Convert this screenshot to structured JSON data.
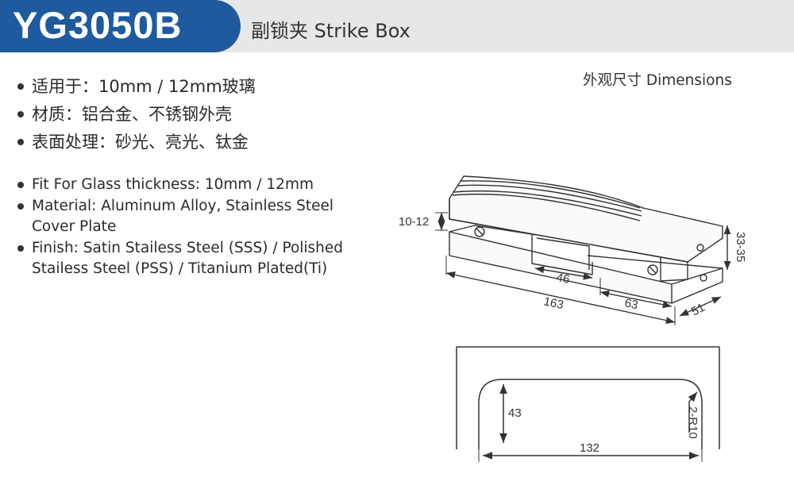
{
  "header": {
    "model_code": "YG3050B",
    "product_name": "副锁夹 Strike Box"
  },
  "specs_cn": [
    "适用于：10mm / 12mm玻璃",
    "材质：铝合金、不锈钢外壳",
    "表面处理：砂光、亮光、钛金"
  ],
  "specs_en": [
    {
      "line1": "Fit For Glass thickness: 10mm / 12mm",
      "line2": ""
    },
    {
      "line1": "Material: Aluminum Alloy, Stainless Steel",
      "line2": "Cover Plate"
    },
    {
      "line1": "Finish: Satin Stailess Steel (SSS) / Polished",
      "line2": "Stailess Steel (PSS) / Titanium Plated(Ti)"
    }
  ],
  "dimensions_label": "外观尺寸 Dimensions",
  "drawing_iso": {
    "gap": "10-12",
    "height": "33-35",
    "slot": "46",
    "length": "163",
    "segment": "63",
    "width": "51"
  },
  "drawing_plan": {
    "depth": "43",
    "radius": "2-R10",
    "span": "132"
  }
}
